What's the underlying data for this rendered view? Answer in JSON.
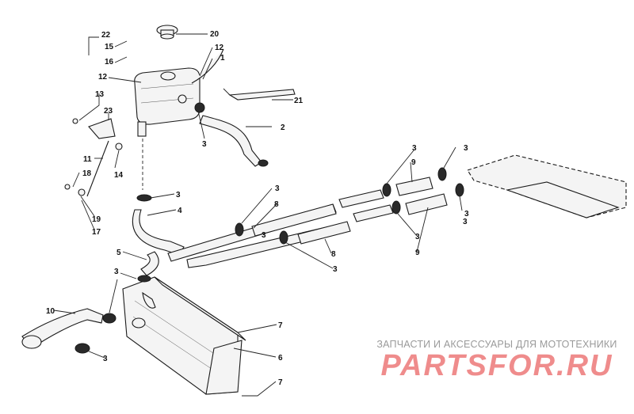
{
  "diagram": {
    "callouts": [
      "22",
      "15",
      "16",
      "12",
      "20",
      "12",
      "1",
      "13",
      "23",
      "21",
      "2",
      "3",
      "11",
      "18",
      "14",
      "3",
      "3",
      "3",
      "9",
      "3",
      "4",
      "8",
      "3",
      "19",
      "17",
      "3",
      "3",
      "3",
      "9",
      "5",
      "8",
      "3",
      "3",
      "7",
      "10",
      "6",
      "3",
      "7"
    ]
  },
  "watermark": {
    "tagline": "ЗАПЧАСТИ И АКСЕССУАРЫ ДЛЯ МОТОТЕХНИКИ",
    "logo": "PARTSFOR.RU"
  }
}
